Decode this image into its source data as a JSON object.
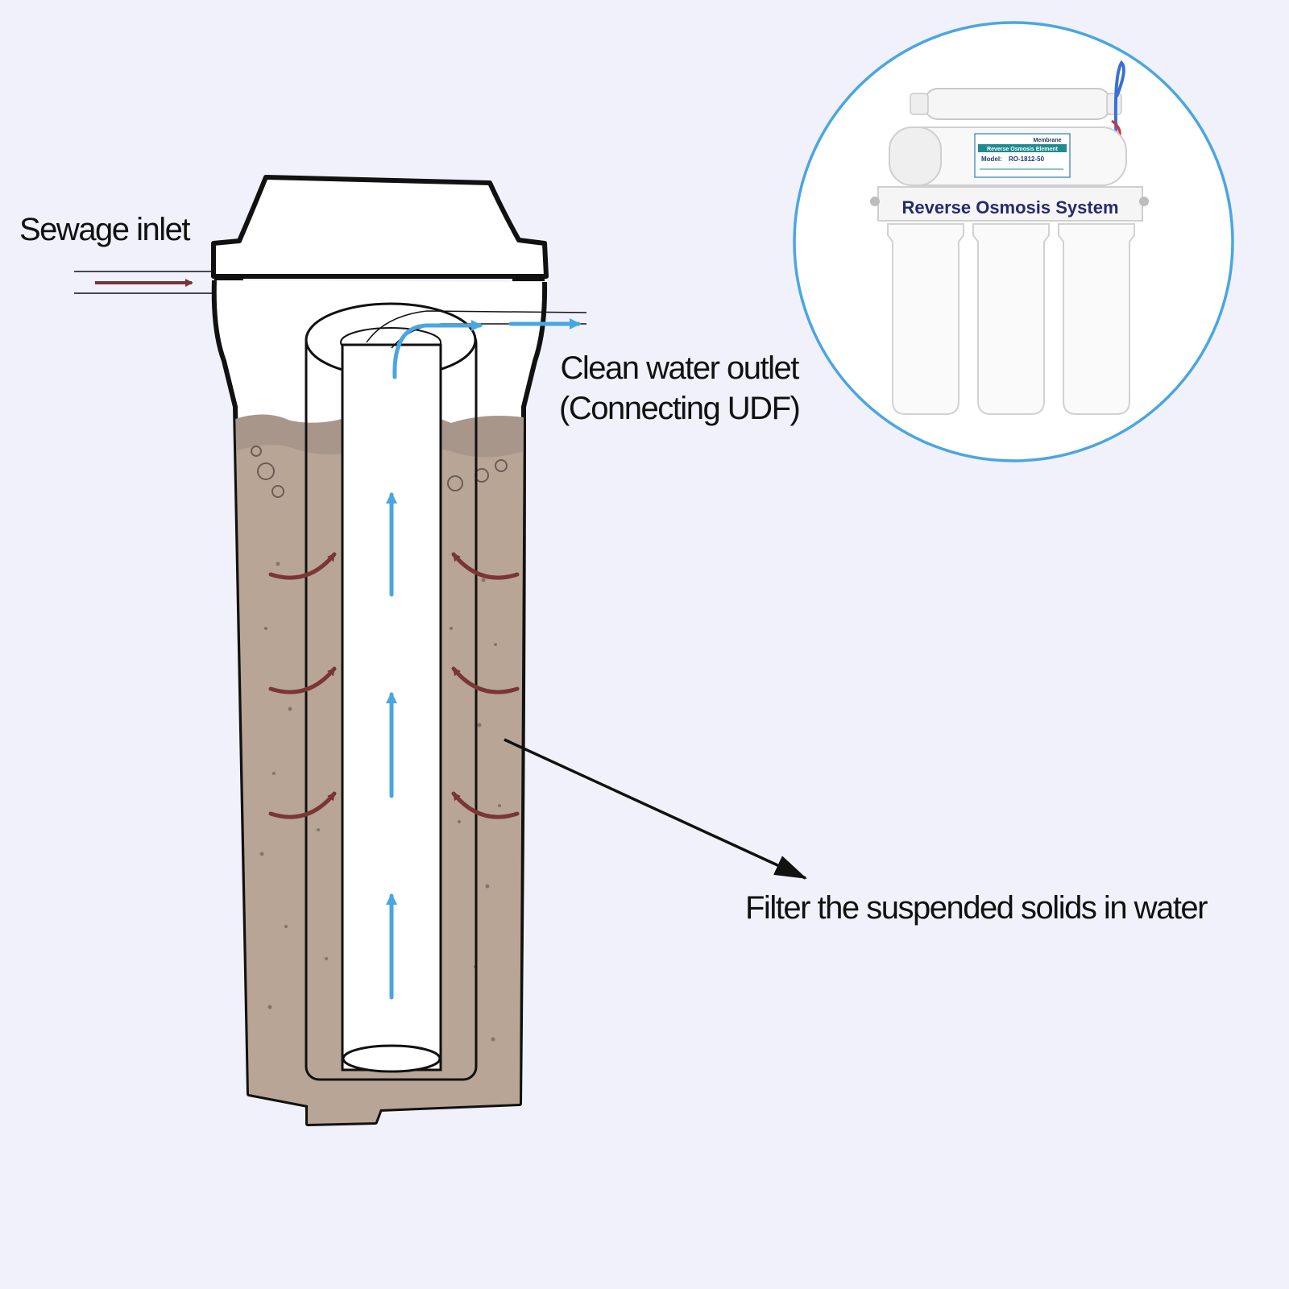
{
  "labels": {
    "sewage_inlet": "Sewage inlet",
    "clean_outlet_line1": "Clean water outlet",
    "clean_outlet_line2": "(Connecting UDF)",
    "filter_note": "Filter the suspended solids in water"
  },
  "inset": {
    "title": "Reverse Osmosis System",
    "label_heading": "Membrane",
    "label_band": "Reverse Osmosis Element",
    "label_model_prefix": "Model:",
    "label_model": "RO-1812-50"
  },
  "colors": {
    "background": "#f1f1fc",
    "inflow_arrow": "#7a3535",
    "clean_arrow": "#4aa6e0",
    "sediment": "#b8a596",
    "inset_ring": "#4aa6e0",
    "inset_title": "#252a6e"
  }
}
